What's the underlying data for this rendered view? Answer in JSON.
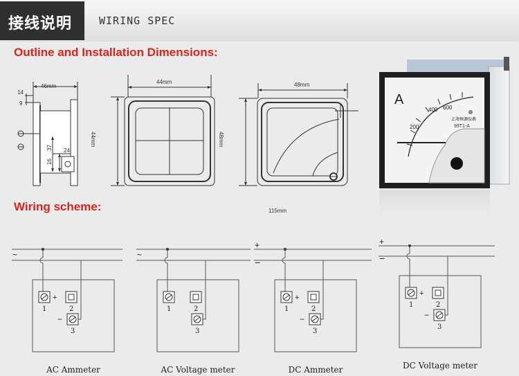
{
  "header": {
    "title_cn": "接线说明",
    "title_en": "WIRING SPEC"
  },
  "sections": {
    "outline": "Outline and Installation Dimensions:",
    "wiring": "Wiring scheme:"
  },
  "dimensions": {
    "side_width": "46mm",
    "dim_14": "14",
    "dim_9": "9",
    "dim_16": "16",
    "dim_37": "37",
    "dim_24": "24",
    "cutout_width": "44mm",
    "cutout_height": "44mm",
    "front_width": "48mm",
    "front_height": "48mm",
    "total_depth": "115mm"
  },
  "meter_photo": {
    "unit": "A",
    "scale": [
      "200",
      "400",
      "600"
    ],
    "brand": "上海恒源仪表",
    "model": "99T1-A"
  },
  "wiring": [
    {
      "label": "AC Ammeter",
      "supply": "~",
      "t1": "1",
      "t2": "2",
      "t3": "3",
      "plus": "+",
      "minus": "−"
    },
    {
      "label": "AC Voltage meter",
      "supply": "~",
      "t1": "1",
      "t2": "2",
      "t3": "3"
    },
    {
      "label": "DC Ammeter",
      "supply_plus": "+",
      "supply_minus": "−",
      "t1": "1",
      "t2": "2",
      "t3": "3",
      "plus": "+",
      "minus": "−"
    },
    {
      "label": "DC Voltage meter",
      "supply_plus": "+",
      "supply_minus": "−",
      "t1": "1",
      "t2": "2",
      "t3": "3",
      "plus": "+",
      "minus": "−"
    }
  ],
  "colors": {
    "accent_red": "#e0231b",
    "header_dark": "#2f2f2f",
    "line": "#555555"
  }
}
